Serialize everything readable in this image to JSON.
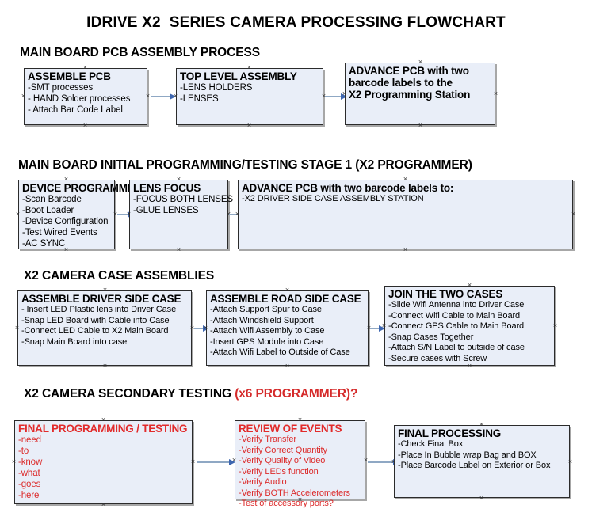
{
  "title": "IDRIVE X2  SERIES CAMERA PROCESSING FLOWCHART",
  "colors": {
    "box_fill": "#e9eef8",
    "box_border": "#2b2b2b",
    "accent_red": "#dc2b2b",
    "connector_line": "#8fa8c4",
    "connector_head": "#3d66b0",
    "text": "#000000"
  },
  "sections": [
    {
      "heading": "MAIN BOARD PCB ASSEMBLY PROCESS",
      "heading_accent": "",
      "boxes": [
        {
          "title": "ASSEMBLE PCB",
          "lines": [
            "-SMT processes",
            "- HAND Solder processes",
            "- Attach Bar Code Label"
          ]
        },
        {
          "title": "TOP LEVEL ASSEMBLY",
          "lines": [
            "-LENS HOLDERS",
            "-LENSES"
          ]
        },
        {
          "title": "ADVANCE PCB with two",
          "lines": [
            "barcode labels to the",
            " X2 Programming Station"
          ]
        }
      ]
    },
    {
      "heading": "MAIN BOARD INITIAL PROGRAMMING/TESTING STAGE 1 (X2 PROGRAMMER)",
      "heading_accent": "",
      "boxes": [
        {
          "title": "DEVICE PROGRAMMING",
          "lines": [
            "-Scan Barcode",
            "-Boot Loader",
            "-Device Configuration",
            "-Test Wired Events",
            "-AC SYNC"
          ]
        },
        {
          "title": "LENS FOCUS",
          "lines": [
            "-FOCUS BOTH LENSES",
            "-GLUE LENSES"
          ]
        },
        {
          "title": "ADVANCE PCB with two barcode labels to:",
          "lines": [
            "-X2 DRIVER  SIDE  CASE  ASSEMBLY STATION"
          ]
        }
      ]
    },
    {
      "heading": "X2 CAMERA CASE ASSEMBLIES",
      "heading_accent": "",
      "boxes": [
        {
          "title": "ASSEMBLE DRIVER SIDE CASE",
          "lines": [
            "- Insert LED Plastic lens into Driver Case",
            "-Snap LED Board with Cable into Case",
            "-Connect LED Cable to X2 Main Board",
            "-Snap Main Board into case"
          ]
        },
        {
          "title": "ASSEMBLE ROAD SIDE CASE",
          "lines": [
            "-Attach Support Spur to Case",
            "-Attach Windshield Support",
            "-Attach Wifi Assembly to Case",
            "-Insert GPS Module into Case",
            "-Attach Wifi Label to Outside of Case"
          ]
        },
        {
          "title": "JOIN THE TWO CASES",
          "lines": [
            "-Slide Wifi Antenna into Driver Case",
            "-Connect Wifi Cable to Main Board",
            "-Connect GPS Cable to Main Board",
            "-Snap Cases Together",
            "-Attach S/N Label to outside of case",
            "-Secure cases with Screw"
          ]
        }
      ]
    },
    {
      "heading": "X2 CAMERA SECONDARY TESTING ",
      "heading_accent": "(x6 PROGRAMMER)?",
      "boxes": [
        {
          "title": "FINAL PROGRAMMING / TESTING",
          "lines": [
            "-need",
            "-to",
            "-know",
            "-what",
            "-goes",
            "-here"
          ]
        },
        {
          "title": "REVIEW OF EVENTS",
          "lines": [
            "-Verify Transfer",
            "-Verify Correct Quantity",
            "-Verify Quality of Video",
            "-Verify LEDs function",
            "-Verify Audio",
            "-Verify BOTH Accelerometers",
            "-Test of accessory ports?"
          ]
        },
        {
          "title": "FINAL PROCESSING",
          "lines": [
            " -Check Final Box",
            "-Place In Bubble wrap Bag and BOX",
            "-Place Barcode Label on Exterior or Box"
          ]
        }
      ]
    }
  ]
}
